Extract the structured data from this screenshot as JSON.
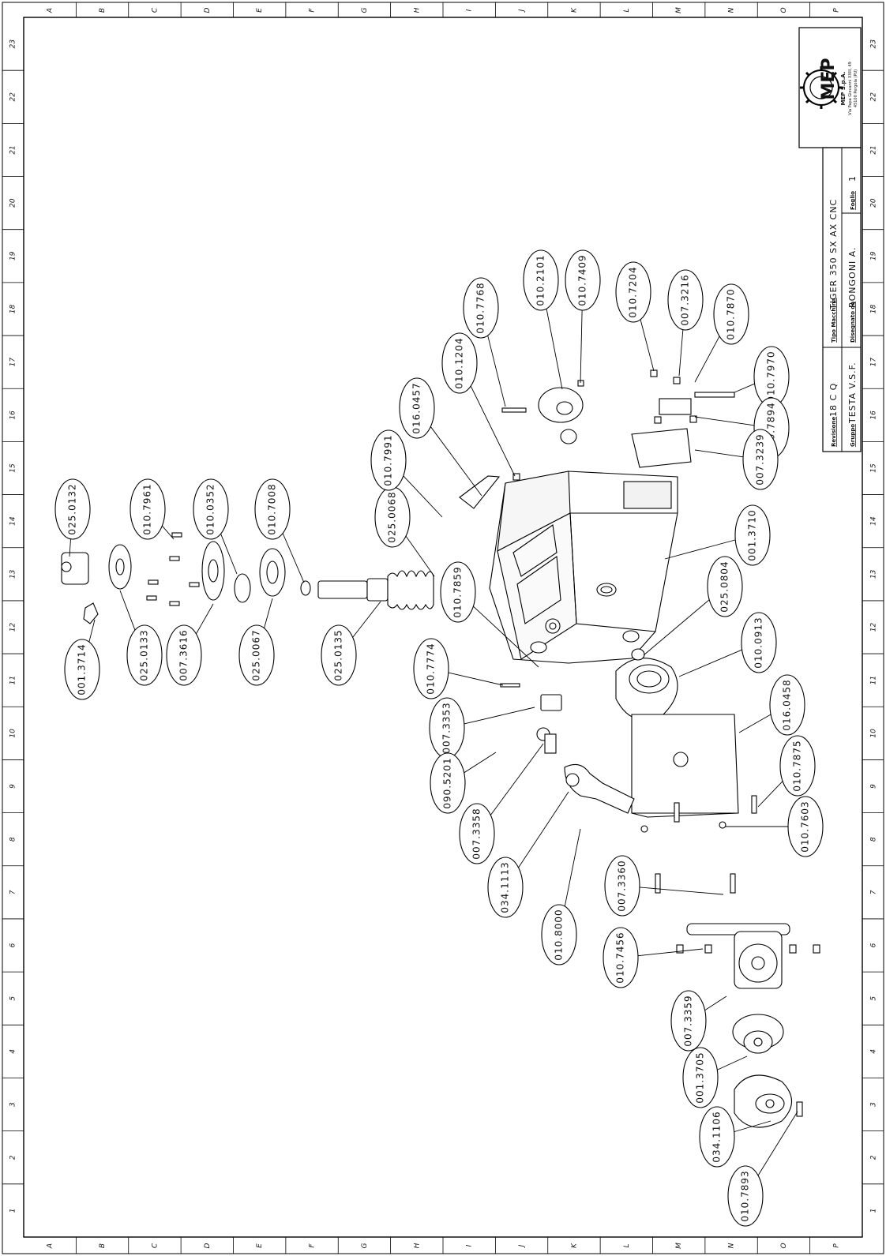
{
  "sheet": {
    "zones_columns": [
      "A",
      "B",
      "C",
      "D",
      "E",
      "F",
      "G",
      "H",
      "I",
      "J",
      "K",
      "L",
      "M",
      "N",
      "O",
      "P"
    ],
    "zones_rows": [
      "23",
      "22",
      "21",
      "20",
      "19",
      "18",
      "17",
      "16",
      "15",
      "14",
      "13",
      "12",
      "11",
      "10",
      "9",
      "8",
      "7",
      "6",
      "5",
      "4",
      "3",
      "2",
      "1"
    ]
  },
  "title_block": {
    "revision_label": "Revisione",
    "revision_value": "18 C Q",
    "group_label": "Gruppo",
    "group_value": "TESTA V.S.F.",
    "machine_label": "Tipo Macchina",
    "machine_value": "TIGER 350 SX AX CNC",
    "drawn_label": "Disegnato da",
    "drawn_value": "RONGONI A.",
    "sheet_label": "Foglio",
    "sheet_value": "1",
    "logo_text": "MEP",
    "company_name": "MEP S.p.A.",
    "company_address_1": "Via Papa Giovanni XXIII, 49",
    "company_address_2": "45100 Pergola (PU)"
  },
  "balloons": [
    "025.0132",
    "010.7961",
    "010.0352",
    "010.7008",
    "025.0068",
    "010.7991",
    "016.0457",
    "010.1204",
    "010.7768",
    "010.2101",
    "010.7409",
    "010.7204",
    "007.3216",
    "010.7870",
    "010.7970",
    "010.7894",
    "007.3239",
    "001.3710",
    "025.0804",
    "010.0913",
    "016.0458",
    "010.7875",
    "010.7603",
    "007.3360",
    "010.7456",
    "007.3359",
    "001.3705",
    "034.1106",
    "010.7893",
    "001.3714",
    "025.0133",
    "007.3616",
    "025.0067",
    "025.0135",
    "010.7859",
    "010.7774",
    "007.3353",
    "090.5201",
    "007.3358",
    "034.1113",
    "010.8000"
  ]
}
